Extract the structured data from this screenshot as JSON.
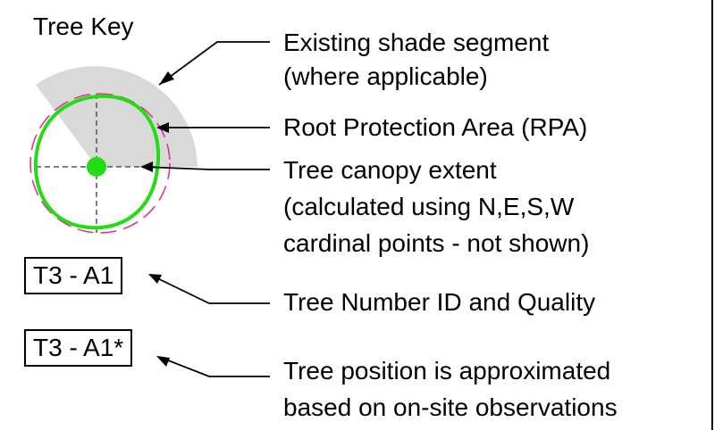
{
  "key": {
    "title": "Tree Key",
    "labels": {
      "shade_line1": "Existing shade segment",
      "shade_line2": "(where applicable)",
      "rpa": "Root Protection Area (RPA)",
      "canopy_line1": "Tree canopy extent",
      "canopy_line2": "(calculated using N,E,S,W",
      "canopy_line3": "cardinal points - not shown)",
      "id_quality": "Tree Number ID and Quality",
      "approx_line1": "Tree position is approximated",
      "approx_line2": "based on on-site observations"
    },
    "sample_ids": {
      "standard": "T3 - A1",
      "approximated": "T3 - A1*"
    }
  },
  "colors": {
    "canopy": "#22dd11",
    "trunk": "#22dd11",
    "rpa": "#e0329a",
    "shade": "#d9d9d9",
    "lines": "#000000"
  }
}
